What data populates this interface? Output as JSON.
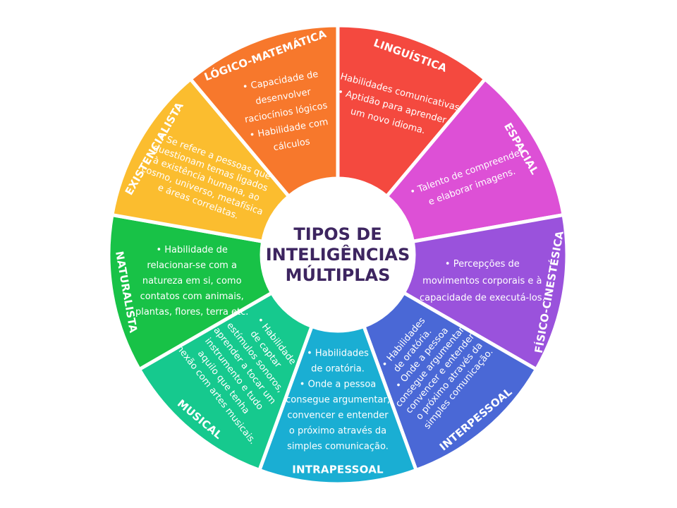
{
  "center": {
    "lines": [
      "TIPOS DE",
      "INTELIGÊNCIAS",
      "MÚLTIPLAS"
    ],
    "color": "#3d2560"
  },
  "segments": [
    {
      "key": "linguistica",
      "title": "LINGUÍSTICA",
      "color": "#f4493f",
      "lines": [
        "• Habilidades comunicativas",
        "• Aptidão para aprender",
        "um novo idioma."
      ]
    },
    {
      "key": "espacial",
      "title": "ESPACIAL",
      "color": "#dd50d6",
      "lines": [
        "• Talento de compreender",
        "e elaborar imagens."
      ]
    },
    {
      "key": "fisico-cinestesica",
      "title": "FÍSICO-CINESTÉSICA",
      "color": "#9a52dc",
      "lines": [
        "• Percepções de",
        "movimentos corporais e à",
        "capacidade de executá-los."
      ]
    },
    {
      "key": "interpessoal",
      "title": "INTERPESSOAL",
      "color": "#4a68d6",
      "lines": [
        "• Habilidades",
        "de oratória.",
        "• Onde a pessoa",
        "consegue argumentar,",
        "convencer e entender",
        "o próximo através da",
        "simples comunicação."
      ]
    },
    {
      "key": "intrapessoal",
      "title": "INTRAPESSOAL",
      "color": "#1aaed3",
      "lines": [
        "• Habilidades",
        "de oratória.",
        "• Onde a pessoa",
        "consegue argumentar,",
        "convencer e entender",
        "o próximo através da",
        "simples comunicação."
      ]
    },
    {
      "key": "musical",
      "title": "MUSICAL",
      "color": "#16c98e",
      "lines": [
        "• Habilidade",
        "de captar",
        "estímulos sonoros,",
        "aprender a tocar um",
        "instrumento e tudo",
        "aquilo que tenha",
        "conexão com artes musicais."
      ]
    },
    {
      "key": "naturalista",
      "title": "NATURALISTA",
      "color": "#18c247",
      "lines": [
        "• Habilidade de",
        "relacionar-se com a",
        "natureza em si, como",
        "contatos com animais,",
        "plantas, flores, terra etc."
      ]
    },
    {
      "key": "existencialista",
      "title": "EXISTENCIALISTA",
      "color": "#fbbd2f",
      "lines": [
        "• Se refere a pessoas que",
        "questionam temas ligados",
        "à existência humana, ao",
        "cosmo, universo, metafísica",
        "e áreas correlatas."
      ]
    },
    {
      "key": "logico-matematica",
      "title": "LÓGICO-MATEMÁTICA",
      "color": "#f7782c",
      "lines": [
        "• Capacidade de",
        "desenvolver",
        "raciocínios lógicos",
        "• Habilidade com",
        "cálculos"
      ]
    }
  ]
}
